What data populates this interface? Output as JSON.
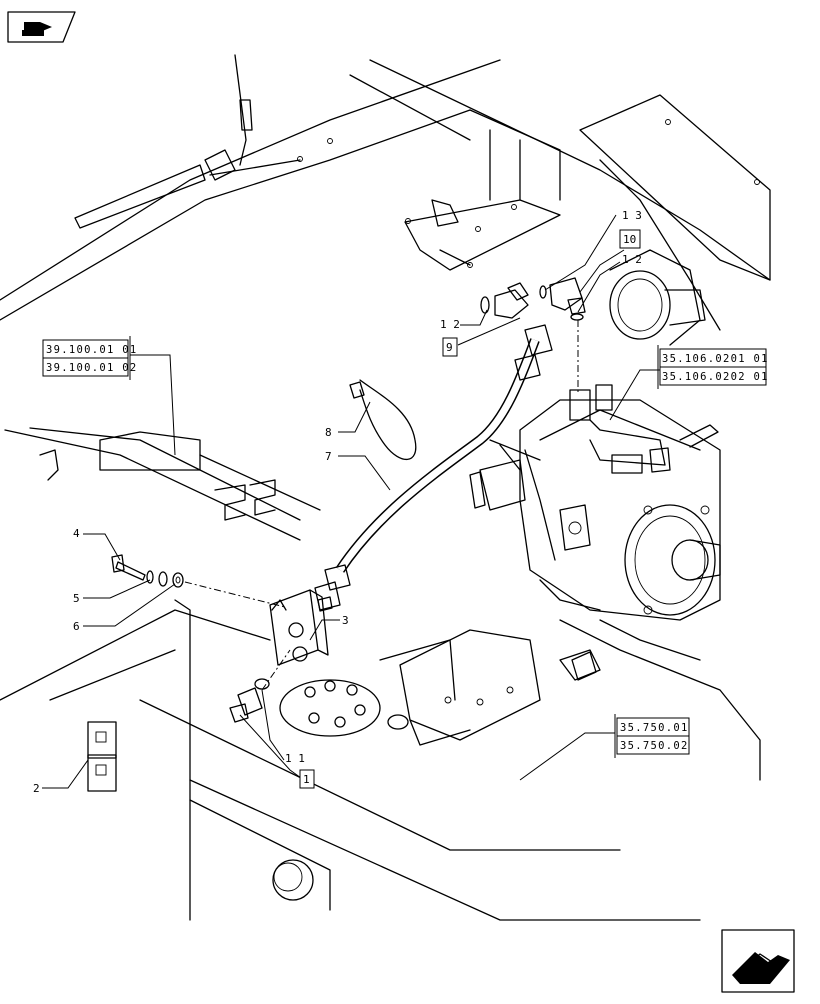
{
  "refs": [
    {
      "lines": [
        "39.100.01 01",
        "39.100.01 02"
      ]
    },
    {
      "lines": [
        "35.106.0201 01",
        "35.106.0202 01"
      ]
    },
    {
      "lines": [
        "35.750.01",
        "35.750.02"
      ]
    }
  ],
  "boxed_callouts": [
    "10",
    "9",
    "1"
  ],
  "callouts": [
    "1 3",
    "1 2",
    "1 2",
    "8",
    "7",
    "4",
    "5",
    "6",
    "3",
    "1 1",
    "2"
  ],
  "icons": [
    "arrow-right-icon",
    "arrow-back-icon"
  ]
}
